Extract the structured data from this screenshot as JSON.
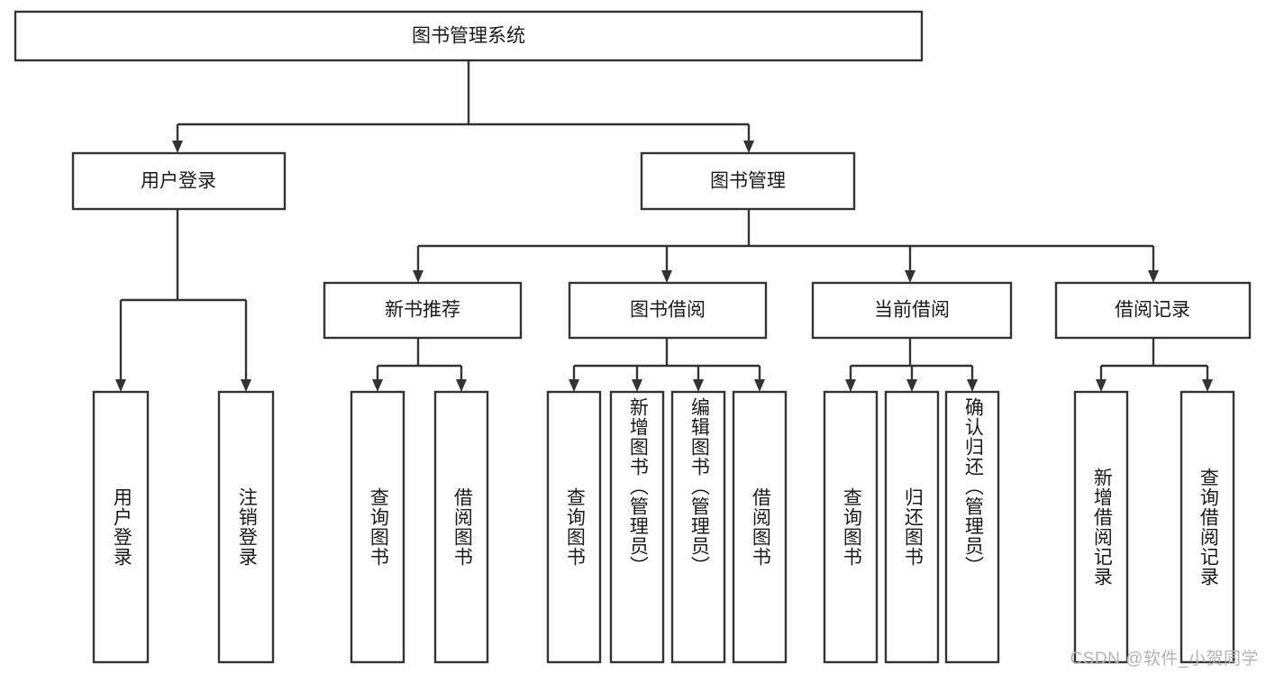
{
  "diagram": {
    "type": "tree-hierarchy",
    "title": "图书管理系统",
    "watermark": "CSDN @软件_小贺同学",
    "colors": {
      "background": "#ffffff",
      "node_fill": "#ffffff",
      "node_stroke": "#333333",
      "connector": "#333333",
      "label_text": "#1a1a1a",
      "watermark_text": "#b3b3b3"
    },
    "levels": {
      "root": {
        "label": "图书管理系统"
      },
      "level2": [
        {
          "label": "用户登录"
        },
        {
          "label": "图书管理"
        }
      ],
      "level3": [
        {
          "label": "新书推荐"
        },
        {
          "label": "图书借阅"
        },
        {
          "label": "当前借阅"
        },
        {
          "label": "借阅记录"
        }
      ]
    },
    "leaves": {
      "user_login": [
        {
          "label": "用户登录"
        },
        {
          "label": "注销登录"
        }
      ],
      "new_book_recommend": [
        {
          "label": "查询图书"
        },
        {
          "label": "借阅图书"
        }
      ],
      "book_borrow": [
        {
          "label": "查询图书"
        },
        {
          "label": "新增图书（管理员）"
        },
        {
          "label": "编辑图书（管理员）"
        },
        {
          "label": "借阅图书"
        }
      ],
      "current_borrow": [
        {
          "label": "查询图书"
        },
        {
          "label": "归还图书"
        },
        {
          "label": "确认归还（管理员）"
        }
      ],
      "borrow_record": [
        {
          "label": "新增借阅记录"
        },
        {
          "label": "查询借阅记录"
        }
      ]
    },
    "edges": [
      {
        "from": "图书管理系统",
        "to": "用户登录"
      },
      {
        "from": "图书管理系统",
        "to": "图书管理"
      },
      {
        "from": "用户登录",
        "to": "用户登录"
      },
      {
        "from": "用户登录",
        "to": "注销登录"
      },
      {
        "from": "图书管理",
        "to": "新书推荐"
      },
      {
        "from": "图书管理",
        "to": "图书借阅"
      },
      {
        "from": "图书管理",
        "to": "当前借阅"
      },
      {
        "from": "图书管理",
        "to": "借阅记录"
      },
      {
        "from": "新书推荐",
        "to": "查询图书"
      },
      {
        "from": "新书推荐",
        "to": "借阅图书"
      },
      {
        "from": "图书借阅",
        "to": "查询图书"
      },
      {
        "from": "图书借阅",
        "to": "新增图书（管理员）"
      },
      {
        "from": "图书借阅",
        "to": "编辑图书（管理员）"
      },
      {
        "from": "图书借阅",
        "to": "借阅图书"
      },
      {
        "from": "当前借阅",
        "to": "查询图书"
      },
      {
        "from": "当前借阅",
        "to": "归还图书"
      },
      {
        "from": "当前借阅",
        "to": "确认归还（管理员）"
      },
      {
        "from": "借阅记录",
        "to": "新增借阅记录"
      },
      {
        "from": "借阅记录",
        "to": "查询借阅记录"
      }
    ]
  }
}
